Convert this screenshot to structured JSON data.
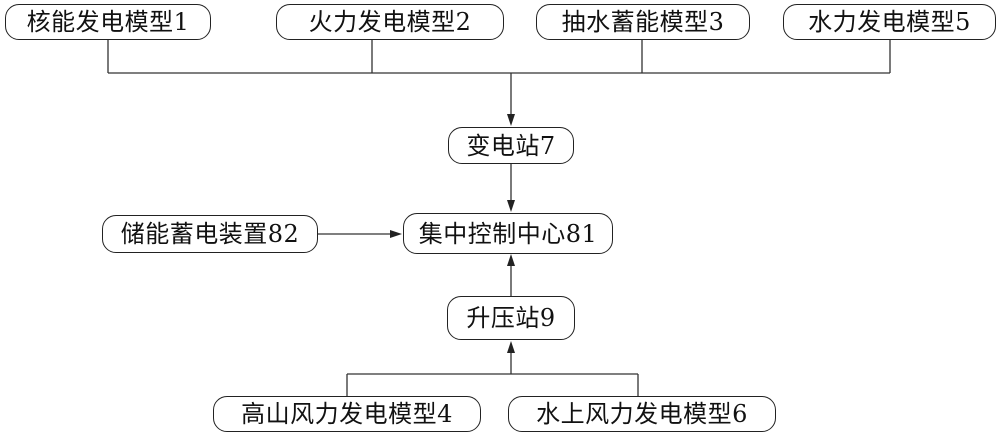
{
  "diagram": {
    "nodes": {
      "nuclear_model": "核能发电模型1",
      "thermal_model": "火力发电模型2",
      "pumped_storage_model": "抽水蓄能模型3",
      "hydro_model": "水力发电模型5",
      "substation": "变电站7",
      "storage_device": "储能蓄电装置82",
      "control_center": "集中控制中心81",
      "booster_station": "升压站9",
      "mountain_wind_model": "高山风力发电模型4",
      "offshore_wind_model": "水上风力发电模型6"
    },
    "edges": [
      {
        "from": "核能发电模型1",
        "to": "变电站7"
      },
      {
        "from": "火力发电模型2",
        "to": "变电站7"
      },
      {
        "from": "抽水蓄能模型3",
        "to": "变电站7"
      },
      {
        "from": "水力发电模型5",
        "to": "变电站7"
      },
      {
        "from": "变电站7",
        "to": "集中控制中心81"
      },
      {
        "from": "储能蓄电装置82",
        "to": "集中控制中心81"
      },
      {
        "from": "升压站9",
        "to": "集中控制中心81"
      },
      {
        "from": "高山风力发电模型4",
        "to": "升压站9"
      },
      {
        "from": "水上风力发电模型6",
        "to": "升压站9"
      }
    ],
    "colors": {
      "line": "#333333",
      "border": "#222222",
      "text": "#111111",
      "background": "#ffffff"
    }
  }
}
